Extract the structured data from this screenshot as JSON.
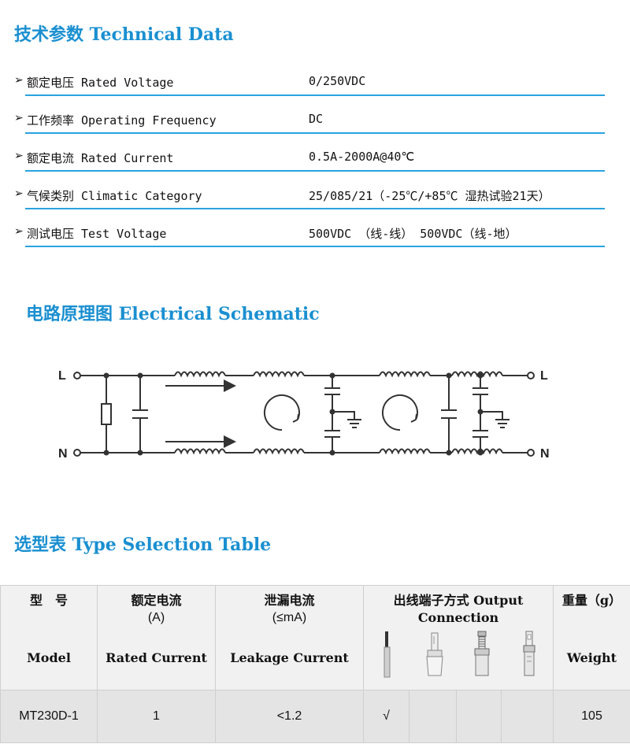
{
  "sections": {
    "tech": "技术参数 Technical Data",
    "schem": "电路原理图 Electrical Schematic",
    "type": "选型表 Type Selection Table"
  },
  "specs": [
    {
      "label": "额定电压 Rated Voltage",
      "value": "0/250VDC"
    },
    {
      "label": "工作频率 Operating Frequency",
      "value": "DC"
    },
    {
      "label": "额定电流 Rated Current",
      "value": "0.5A-2000A@40℃"
    },
    {
      "label": "气候类别 Climatic Category",
      "value": "25/085/21（-25℃/+85℃ 湿热试验21天）"
    },
    {
      "label": "测试电压 Test Voltage",
      "value": "500VDC （线-线）   500VDC（线-地）"
    }
  ],
  "schematic": {
    "left_top": "L",
    "left_bottom": "N",
    "right_top": "L",
    "right_bottom": "N"
  },
  "table": {
    "headers": {
      "model_cn": "型　号",
      "model_en": "Model",
      "current_cn": "额定电流",
      "current_unit": "(A)",
      "current_en": "Rated Current",
      "leak_cn": "泄漏电流",
      "leak_unit": "(≤mA)",
      "leak_en": "Leakage Current",
      "conn_title": "出线端子方式 Output Connection",
      "weight_cn": "重量（g）",
      "weight_en": "Weight"
    },
    "rows": [
      {
        "model": "MT230D-1",
        "current": "1",
        "leakage": "<1.2",
        "conn1": "√",
        "conn2": "",
        "conn3": "",
        "conn4": "",
        "weight": "105"
      }
    ],
    "icons": [
      "wire-lead-icon",
      "plug-terminal-icon",
      "screw-terminal-icon",
      "fast-on-terminal-icon"
    ]
  },
  "colors": {
    "accent": "#1a8fd0",
    "rule": "#2aa3e0",
    "header_bg": "#f1f1f1",
    "row_bg": "#e4e4e4"
  }
}
